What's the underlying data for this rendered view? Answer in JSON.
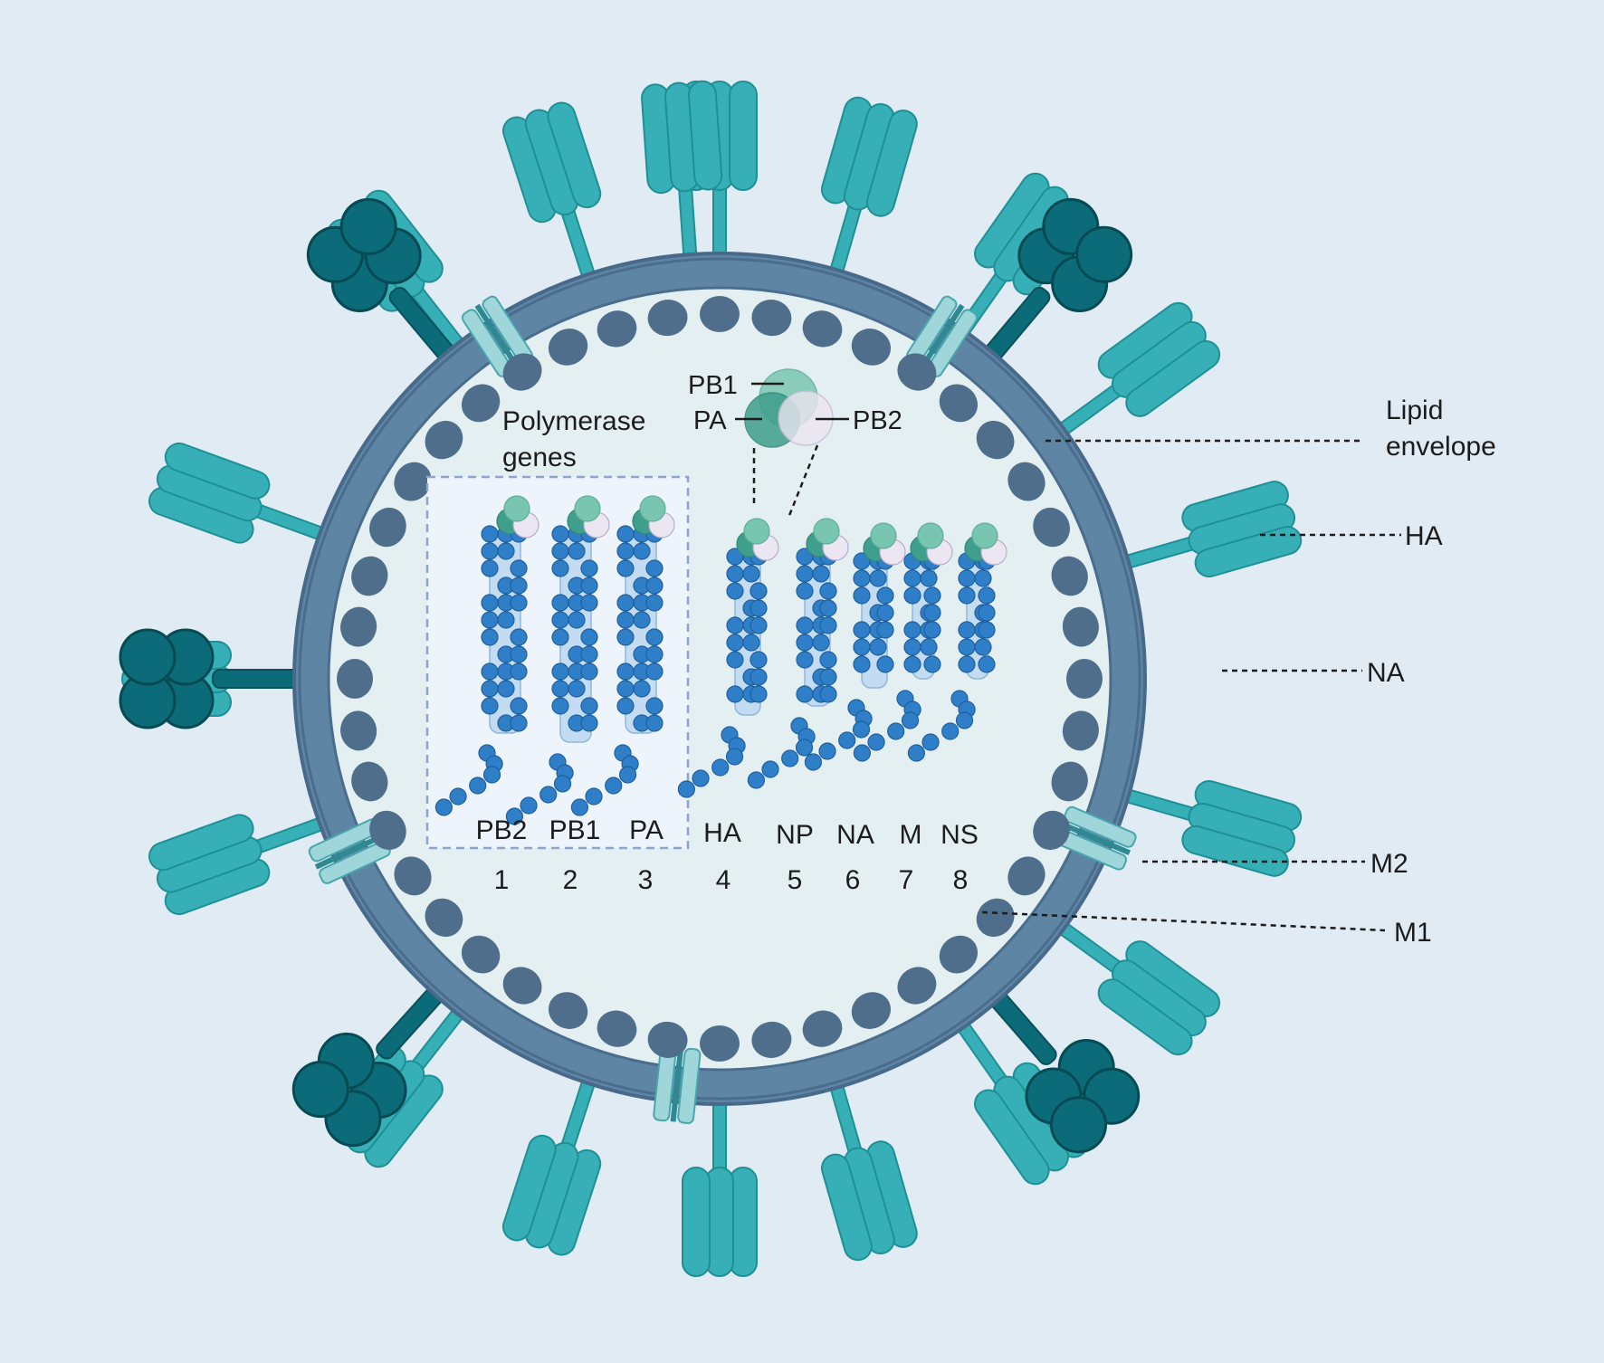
{
  "labels": {
    "polymerase_genes_line1": "Polymerase",
    "polymerase_genes_line2": "genes",
    "pb1": "PB1",
    "pa": "PA",
    "pb2": "PB2",
    "lipid_envelope_line1": "Lipid",
    "lipid_envelope_line2": "envelope",
    "ha": "HA",
    "na": "NA",
    "m2": "M2",
    "m1": "M1"
  },
  "segments": [
    {
      "name": "PB2",
      "number": "1"
    },
    {
      "name": "PB1",
      "number": "2"
    },
    {
      "name": "PA",
      "number": "3"
    },
    {
      "name": "HA",
      "number": "4"
    },
    {
      "name": "NP",
      "number": "5"
    },
    {
      "name": "NA",
      "number": "6"
    },
    {
      "name": "M",
      "number": "7"
    },
    {
      "name": "NS",
      "number": "8"
    }
  ],
  "colors": {
    "background": "#e0ebf3",
    "envelope": "#5f85a4",
    "interior": "#e4eff1",
    "matrix_m1": "#4e6e8c",
    "ha_spike": "#36b0b6",
    "na_spike": "#0c6b78",
    "m2_channel": "#9fd6da",
    "rna_bead": "#2f7fc8",
    "np_light": "#c3dcf2",
    "pb1": "#78c6b0",
    "pa": "#3f9e8c",
    "pb2": "#ece6f2"
  },
  "icons": [
    "ha-spike-icon",
    "na-spike-icon",
    "m2-channel-icon",
    "m1-matrix-protein-icon",
    "polymerase-complex-icon",
    "rnp-segment-icon"
  ]
}
